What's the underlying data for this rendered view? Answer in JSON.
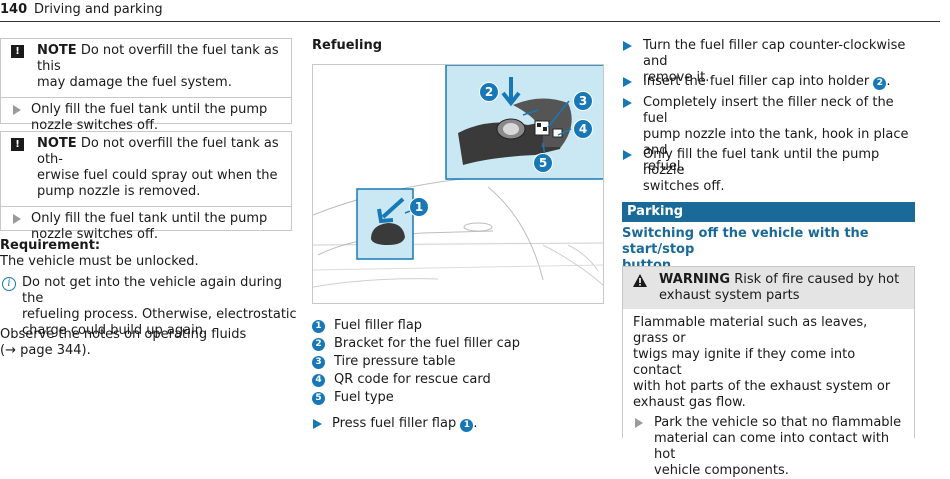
{
  "header": {
    "page_number": "140",
    "section": "Driving and parking"
  },
  "col1": {
    "note1": {
      "label": "NOTE",
      "text_l1": " Do not overfill the fuel tank as this",
      "text_l2": "may damage the fuel system.",
      "instr_l1": "Only fill the fuel tank until the pump",
      "instr_l2": "nozzle switches off."
    },
    "note2": {
      "label": "NOTE",
      "text_l1": " Do not overfill the fuel tank as oth-",
      "text_l2": "erwise fuel could spray out when the",
      "text_l3": "pump nozzle is removed.",
      "instr_l1": "Only fill the fuel tank until the pump",
      "instr_l2": "nozzle switches off."
    },
    "requirement": {
      "heading": "Requirement:",
      "text": "The vehicle must be unlocked."
    },
    "info": {
      "icon_glyph": "i",
      "l1": "Do not get into the vehicle again during the",
      "l2": "refueling process. Otherwise, electrostatic",
      "l3": "charge could build up again."
    },
    "observe": {
      "l1": "Observe the notes on operating fluids",
      "l2": "(→ page 344)."
    }
  },
  "col2": {
    "heading": "Refueling",
    "figure_numbers": [
      "1",
      "2",
      "3",
      "4",
      "5"
    ],
    "legend": [
      {
        "num": "1",
        "text": "Fuel filler flap"
      },
      {
        "num": "2",
        "text": "Bracket for the fuel filler cap"
      },
      {
        "num": "3",
        "text": "Tire pressure table"
      },
      {
        "num": "4",
        "text": "QR code for rescue card"
      },
      {
        "num": "5",
        "text": "Fuel type"
      }
    ],
    "step": {
      "text": "Press fuel filler flap",
      "num": "1",
      "end": "."
    }
  },
  "col3": {
    "steps": {
      "s1_l1": "Turn the fuel filler cap counter-clockwise and",
      "s1_l2": "remove it.",
      "s2_text": "Insert the fuel filler cap into holder",
      "s2_num": "2",
      "s2_end": ".",
      "s3_l1": "Completely insert the filler neck of the fuel",
      "s3_l2": "pump nozzle into the tank, hook in place and",
      "s3_l3": "refuel.",
      "s4_l1": "Only fill the fuel tank until the pump nozzle",
      "s4_l2": "switches off."
    },
    "parking_bar": "Parking",
    "subhead_l1": "Switching off the vehicle with the start/stop",
    "subhead_l2": "button",
    "warning": {
      "label": "WARNING",
      "text_l1": " Risk of fire caused by hot",
      "text_l2": "exhaust system parts",
      "body_l1": "Flammable material such as leaves, grass or",
      "body_l2": "twigs may ignite if they come into contact",
      "body_l3": "with hot parts of the exhaust system or",
      "body_l4": "exhaust gas flow.",
      "instr_l1": "Park the vehicle so that no flammable",
      "instr_l2": "material can come into contact with hot",
      "instr_l3": "vehicle components."
    }
  },
  "colors": {
    "accent": "#1878b6",
    "bar": "#1a6a99",
    "figure_highlight": "#c9e8f3"
  }
}
